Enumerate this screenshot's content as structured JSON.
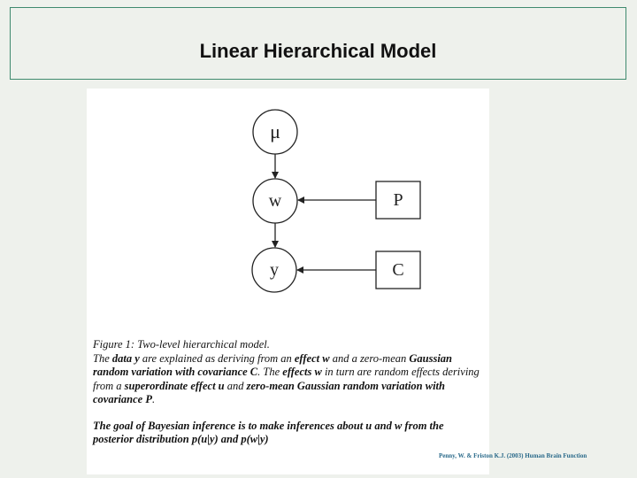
{
  "slide": {
    "title": "Linear Hierarchical Model"
  },
  "diagram": {
    "nodes": {
      "mu": "μ",
      "w": "w",
      "y": "y",
      "P": "P",
      "C": "C"
    }
  },
  "caption": {
    "line1": "Figure 1: Two-level hierarchical model.",
    "p2_a": "The ",
    "p2_b": "data y",
    "p2_c": " are explained as deriving from an ",
    "p2_d": "effect w",
    "p2_e": " and a zero-mean ",
    "p2_f": "Gaussian random variation with covariance C",
    "p2_g": ". The ",
    "p2_h": "effects w",
    "p2_i": " in turn are random effects deriving from a ",
    "p2_j": "superordinate effect u",
    "p2_k": " and ",
    "p2_l": "zero-mean Gaussian random variation with covariance P",
    "p2_m": ".",
    "goal": "The goal of Bayesian inference is to make inferences about u and w from the posterior distribution p(u|y) and p(w|y)"
  },
  "credit": "Penny, W. & Friston K.J. (2003) Human Brain Function"
}
